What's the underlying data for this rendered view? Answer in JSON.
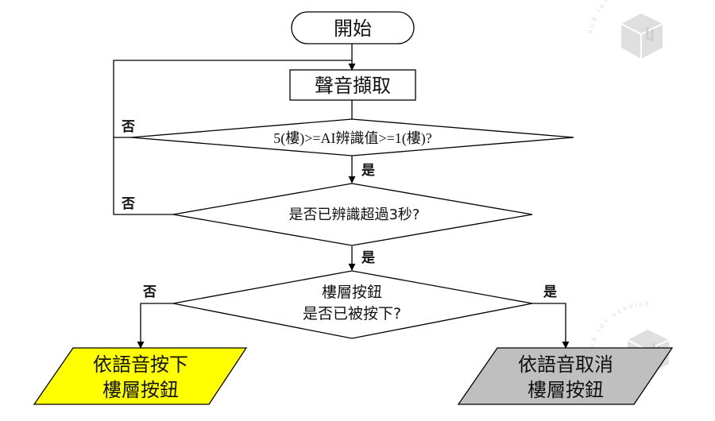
{
  "nodes": {
    "start": "開始",
    "capture": "聲音擷取",
    "check_range": "5(樓)>=AI辨識值>=1(樓)?",
    "check_time": "是否已辨識超過3秒?",
    "check_button_line1": "樓層按鈕",
    "check_button_line2": "是否已被按下?",
    "press_line1": "依語音按下",
    "press_line2": "樓層按鈕",
    "cancel_line1": "依語音取消",
    "cancel_line2": "樓層按鈕"
  },
  "labels": {
    "no_range": "否",
    "yes_range": "是",
    "no_time": "否",
    "yes_time": "是",
    "no_button": "否",
    "yes_button": "是"
  },
  "watermark": {
    "ring_text_top": "HUB IOT SERVICE",
    "ring_text_bottom": "HUB IOT SERVICE"
  },
  "colors": {
    "press_fill": "#ffff00",
    "cancel_fill": "#bfbfbf",
    "stroke": "#000000"
  }
}
